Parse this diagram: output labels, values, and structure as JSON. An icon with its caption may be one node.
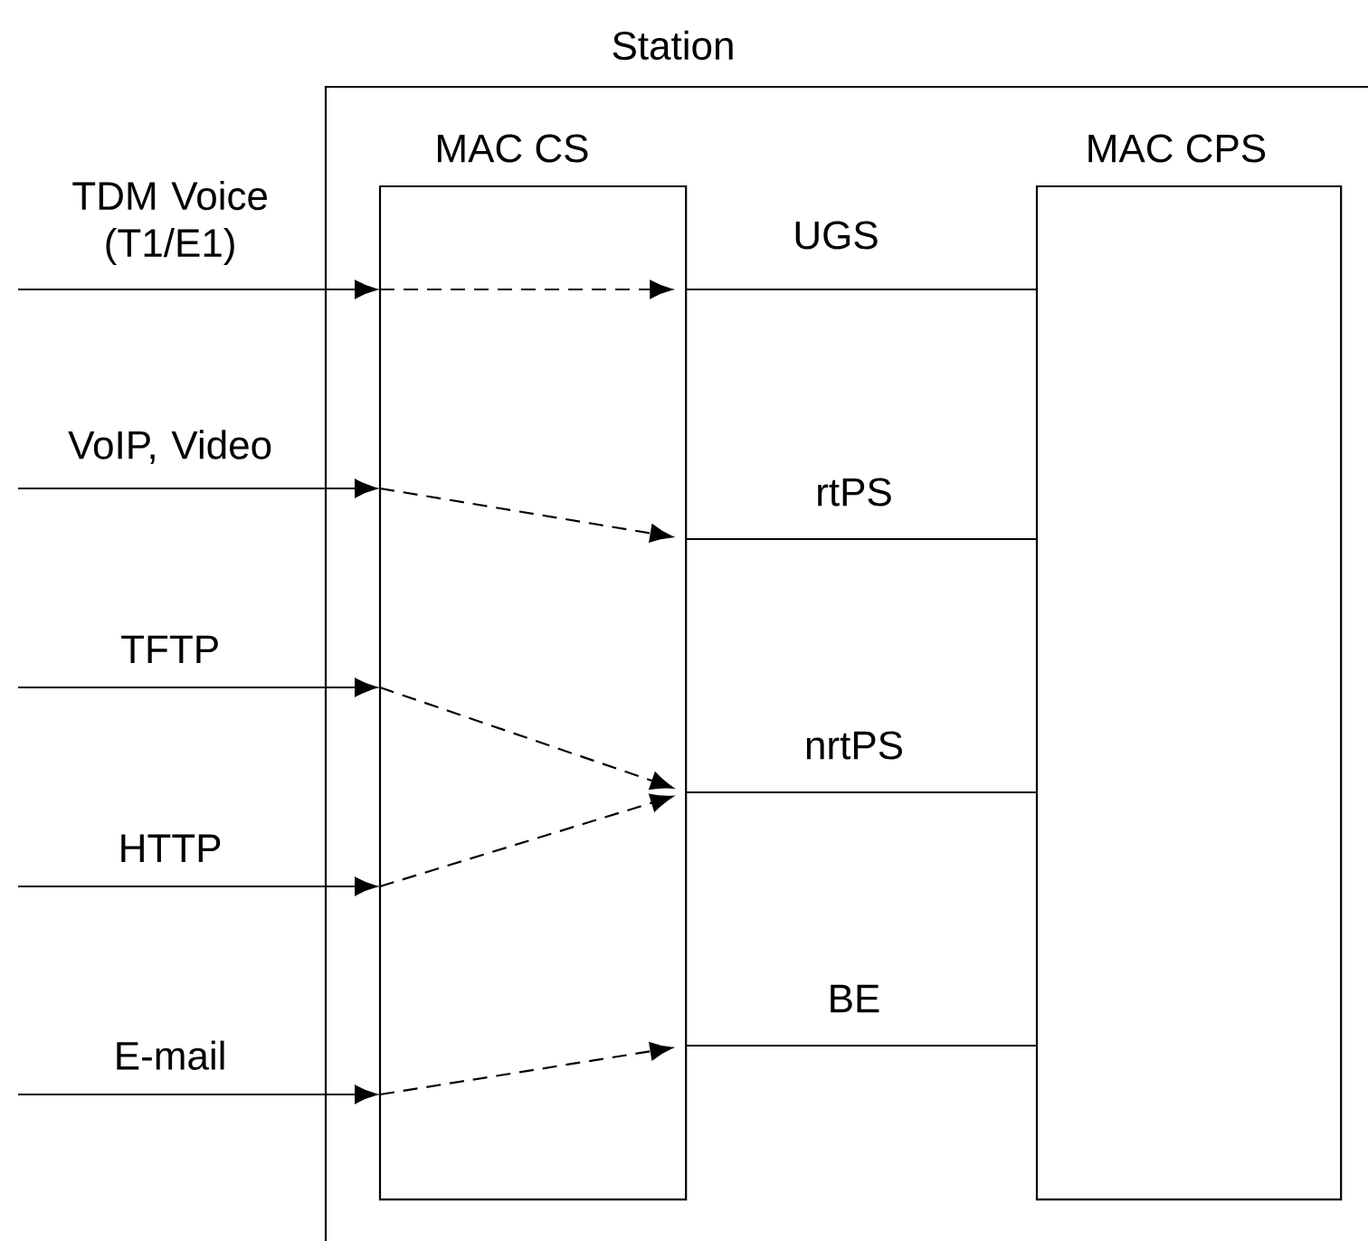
{
  "diagram": {
    "nodes": [
      {
        "text": [
          "Station"
        ]
      },
      {
        "text": [
          "MAC CS"
        ],
        "in": 0
      },
      {
        "text": [
          "MAC CPS"
        ],
        "in": 0
      },
      {
        "text": [
          "TDM Voice (T1/E1)"
        ]
      },
      {
        "text": [
          "VoIP, Video"
        ]
      },
      {
        "text": [
          "TFTP"
        ]
      },
      {
        "text": [
          "HTTP"
        ]
      },
      {
        "text": [
          "E-mail"
        ]
      }
    ],
    "edges": [
      {
        "from": 3,
        "to": 1,
        "arrow": "to"
      },
      {
        "from": 4,
        "to": 1,
        "arrow": "to"
      },
      {
        "from": 5,
        "to": 1,
        "arrow": "to"
      },
      {
        "from": 6,
        "to": 1,
        "arrow": "to"
      },
      {
        "from": 7,
        "to": 1,
        "arrow": "to"
      },
      {
        "from": 1,
        "to": 2,
        "arrow": "none",
        "label": "UGS"
      },
      {
        "from": 1,
        "to": 2,
        "arrow": "none",
        "label": "rtPS"
      },
      {
        "from": 1,
        "to": 2,
        "arrow": "none",
        "label": "nrtPS"
      },
      {
        "from": 1,
        "to": 2,
        "arrow": "none",
        "label": "BE"
      }
    ]
  }
}
